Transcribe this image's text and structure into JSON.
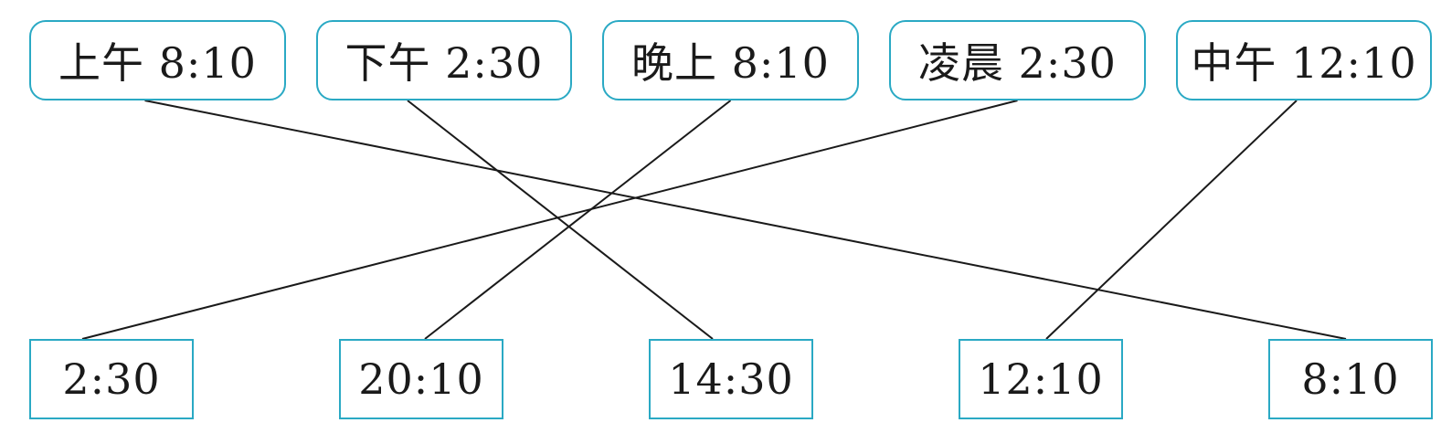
{
  "top_items": [
    {
      "label": "上午 8:10"
    },
    {
      "label": "下午 2:30"
    },
    {
      "label": "晚上 8:10"
    },
    {
      "label": "凌晨 2:30"
    },
    {
      "label": "中午 12:10"
    }
  ],
  "bottom_items": [
    {
      "label": "2:30"
    },
    {
      "label": "20:10"
    },
    {
      "label": "14:30"
    },
    {
      "label": "12:10"
    },
    {
      "label": "8:10"
    }
  ],
  "connections": [
    {
      "from": 0,
      "to": 4
    },
    {
      "from": 1,
      "to": 2
    },
    {
      "from": 2,
      "to": 1
    },
    {
      "from": 3,
      "to": 0
    },
    {
      "from": 4,
      "to": 3
    }
  ],
  "colors": {
    "box_border": "#2aa9c4",
    "line": "#1a1a1a",
    "text": "#1a1a1a"
  }
}
